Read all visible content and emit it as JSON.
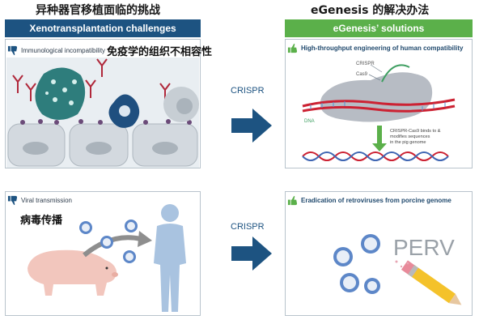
{
  "titles": {
    "left_cn": "异种器官移植面临的挑战",
    "right_cn": "eGenesis 的解决办法"
  },
  "banners": {
    "left": "Xenotransplantation challenges",
    "right": "eGenesis’ solutions"
  },
  "panels": {
    "top_left": {
      "label": "Immunological incompatibility",
      "cn": "免疫学的组织不相容性"
    },
    "top_right": {
      "label": "High-throughput engineering of human compatibility",
      "crispr_tag": "CRISPR",
      "cas9_tag": "Cas9",
      "dna_tag": "DNA",
      "note": "CRISPR-Cas9 binds to & modifies sequences in the pig genome"
    },
    "bottom_left": {
      "label": "Viral transmission",
      "cn": "病毒传播"
    },
    "bottom_right": {
      "label": "Eradication of retroviruses from porcine genome",
      "perv": "PERV"
    }
  },
  "arrows": {
    "top_label": "CRISPR",
    "bottom_label": "CRISPR"
  },
  "colors": {
    "challenge_blue": "#1d5381",
    "solution_green": "#5bb04a",
    "arrow_blue": "#1d5381"
  }
}
